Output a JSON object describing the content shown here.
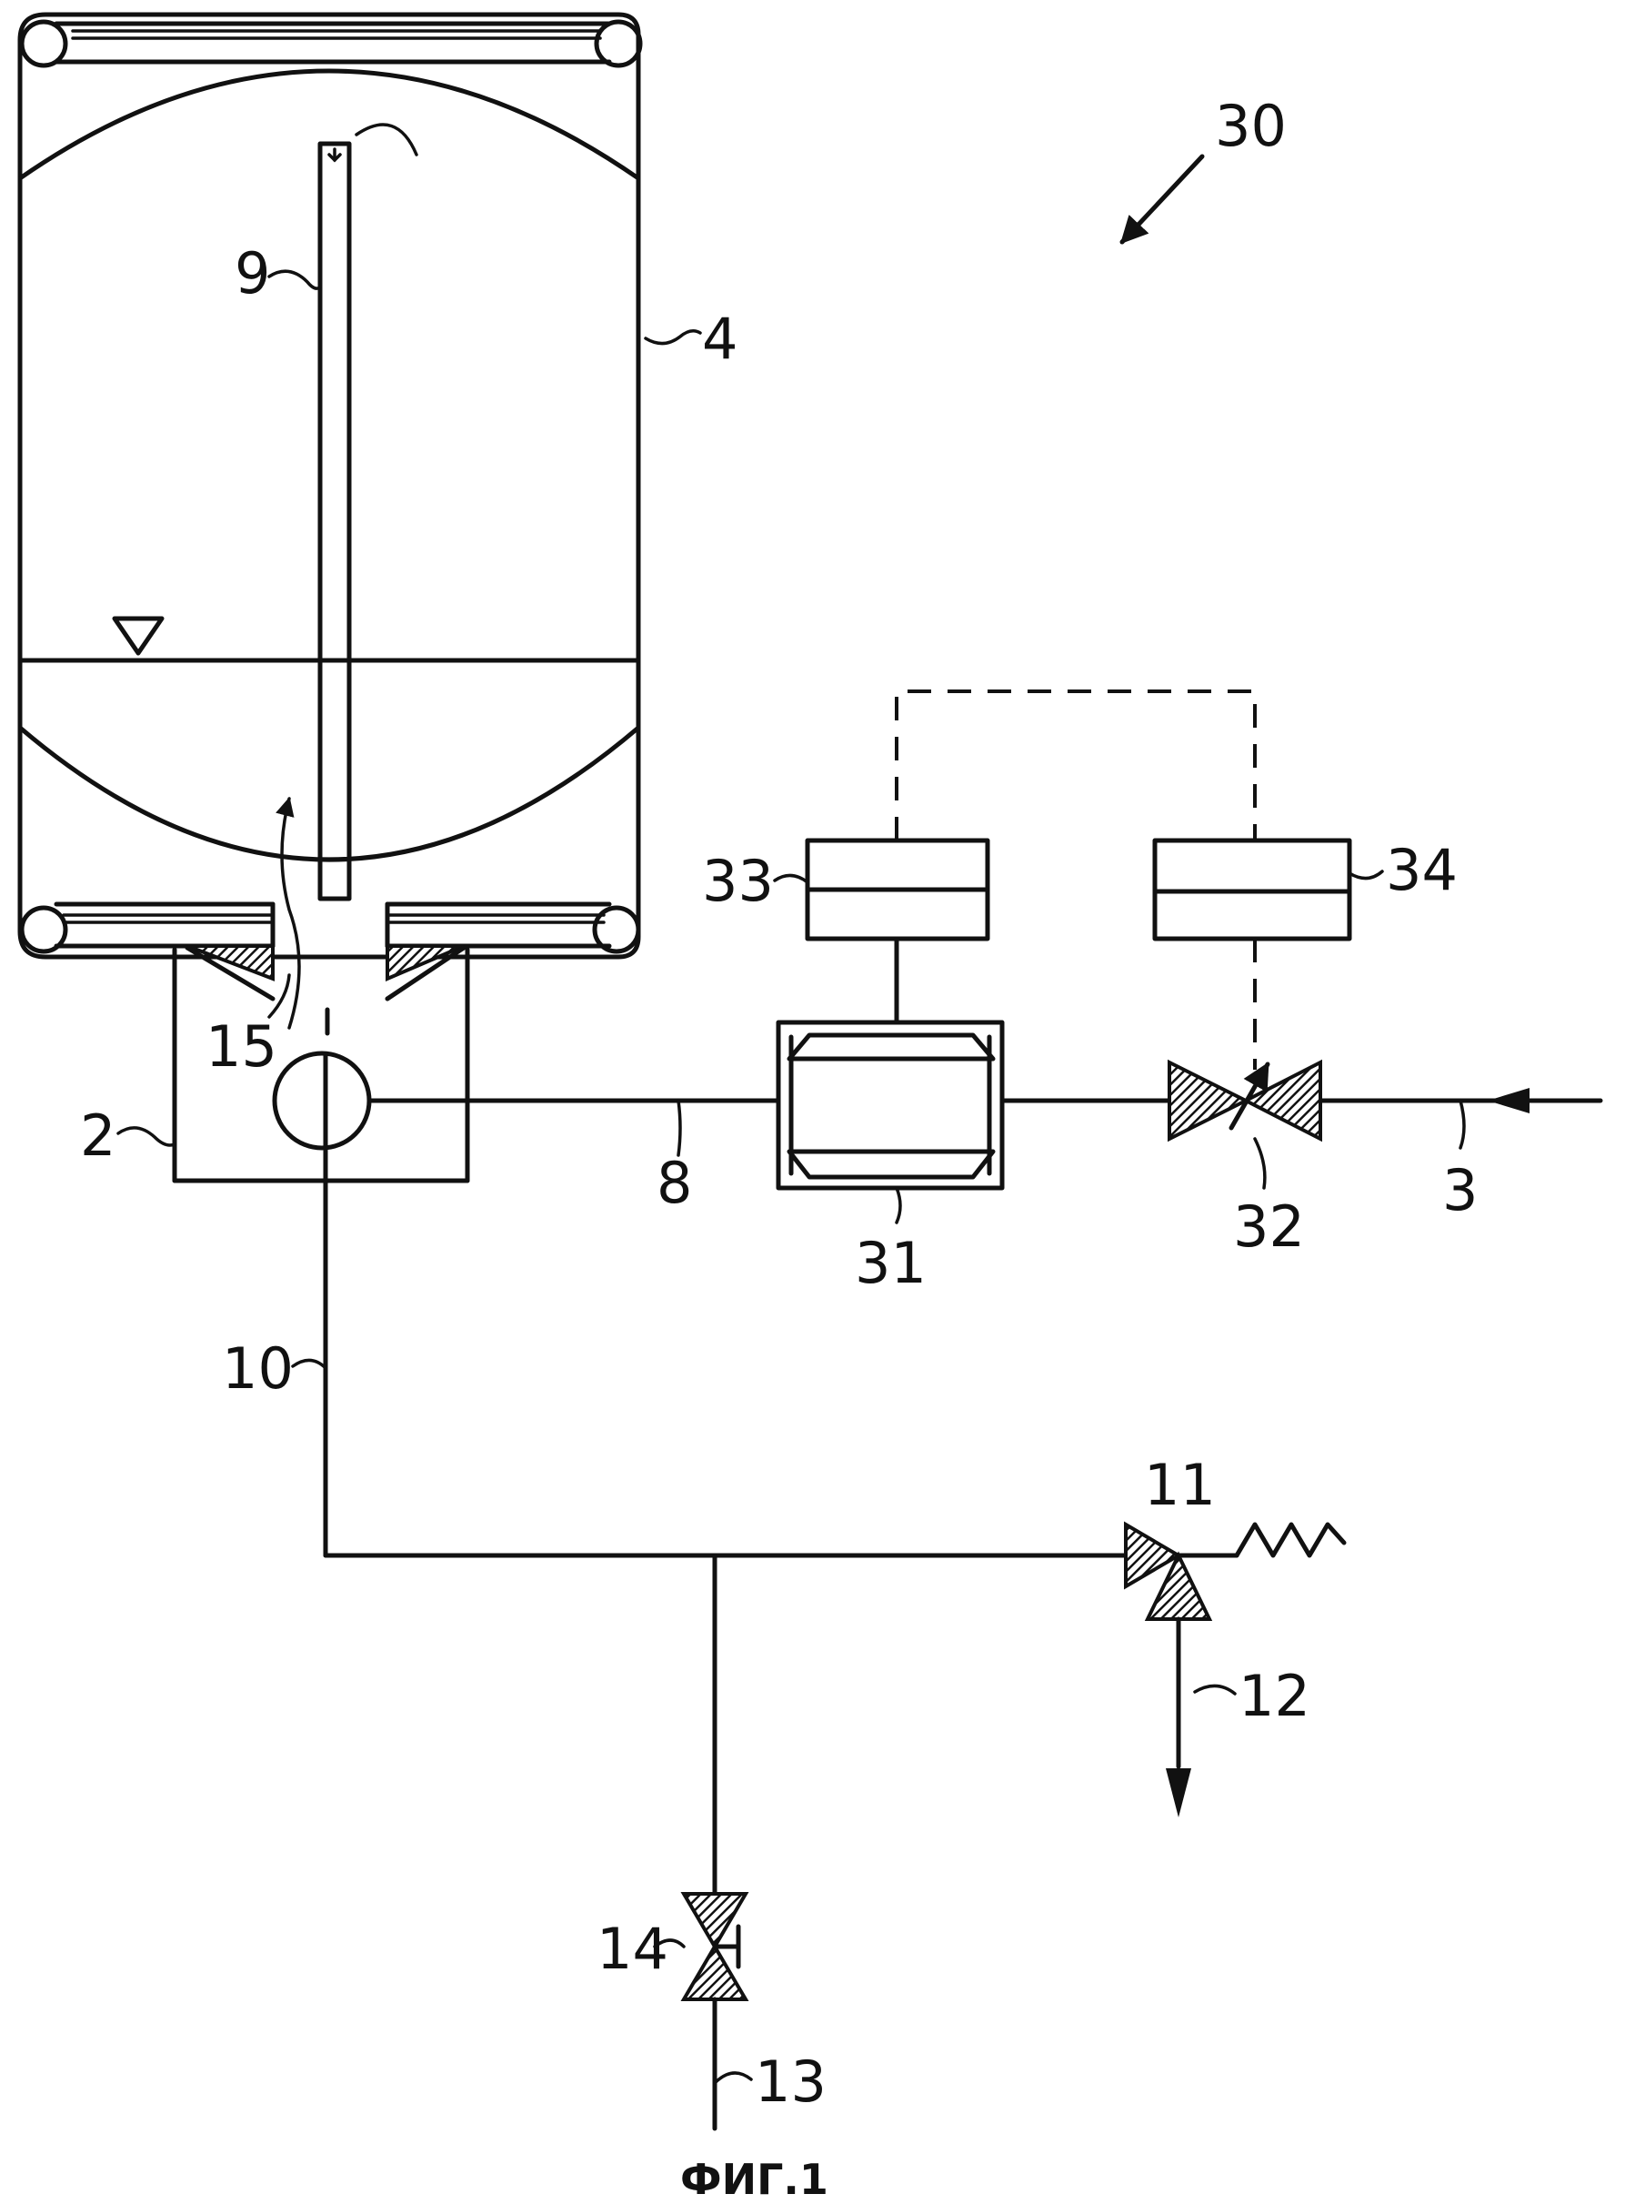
{
  "figure": {
    "caption": "ФИГ.1",
    "labels": {
      "l30": "30",
      "l9": "9",
      "l4": "4",
      "l33": "33",
      "l34": "34",
      "l15": "15",
      "l2": "2",
      "l8": "8",
      "l31": "31",
      "l32": "32",
      "l3": "3",
      "l10": "10",
      "l11": "11",
      "l12": "12",
      "l14": "14",
      "l13": "13"
    }
  }
}
